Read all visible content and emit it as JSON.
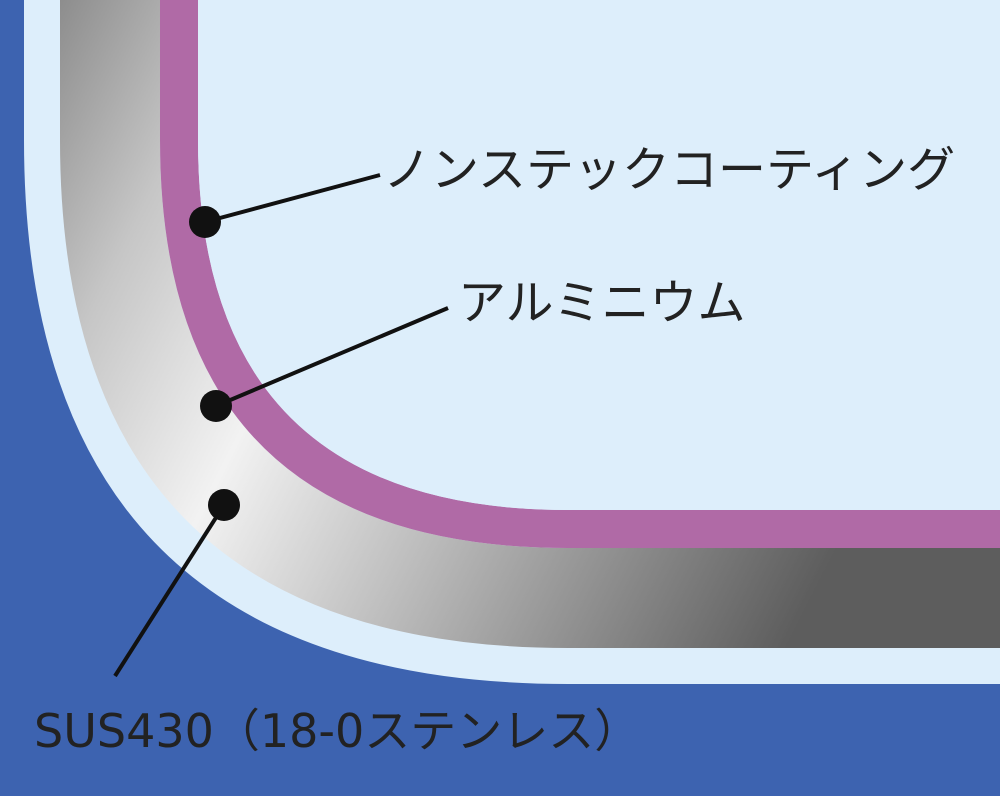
{
  "layers": [
    {
      "id": "coating",
      "label": "ノンステックコーティング",
      "color": "#b06aa6"
    },
    {
      "id": "aluminum",
      "label": "アルミニウム",
      "color": "#8a8a8a"
    },
    {
      "id": "stainless",
      "label": "SUS430（18-0ステンレス）",
      "color": "#3d63b0"
    }
  ],
  "colors": {
    "background": "#ddeefb",
    "leader_line": "#111111",
    "marker": "#111111",
    "text": "#222222"
  }
}
